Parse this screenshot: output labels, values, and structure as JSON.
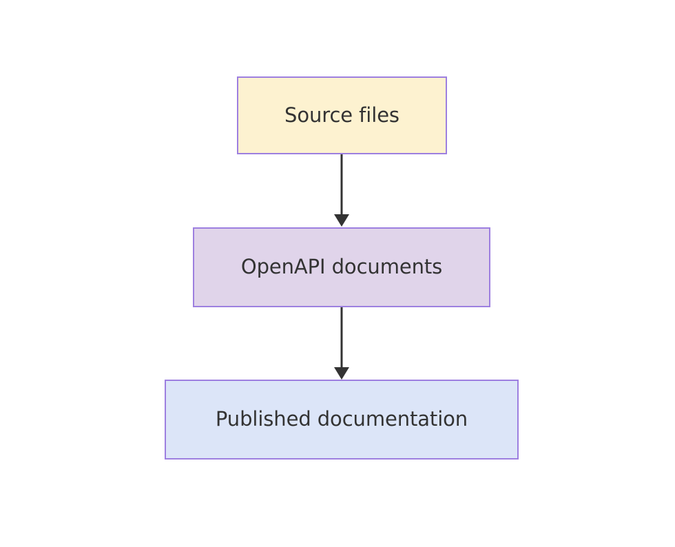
{
  "diagram": {
    "type": "flowchart",
    "direction": "top-to-bottom",
    "background_color": "#ffffff",
    "title": "",
    "nodes": [
      {
        "id": "source-files",
        "label": "Source files",
        "shape": "rectangle",
        "fill_color": "#fdf2d0",
        "border_color": "#9d7fe0",
        "text_color": "#333333"
      },
      {
        "id": "openapi-documents",
        "label": "OpenAPI documents",
        "shape": "rectangle",
        "fill_color": "#e0d4ea",
        "border_color": "#9d7fe0",
        "text_color": "#333333"
      },
      {
        "id": "published-documentation",
        "label": "Published documentation",
        "shape": "rectangle",
        "fill_color": "#dce5f8",
        "border_color": "#9d7fe0",
        "text_color": "#333333"
      }
    ],
    "edges": [
      {
        "id": "edge-source-to-openapi",
        "from": "source-files",
        "to": "openapi-documents",
        "label": "",
        "arrow": "solid-triangle",
        "color": "#333333"
      },
      {
        "id": "edge-openapi-to-published",
        "from": "openapi-documents",
        "to": "published-documentation",
        "label": "",
        "arrow": "solid-triangle",
        "color": "#333333"
      }
    ]
  }
}
